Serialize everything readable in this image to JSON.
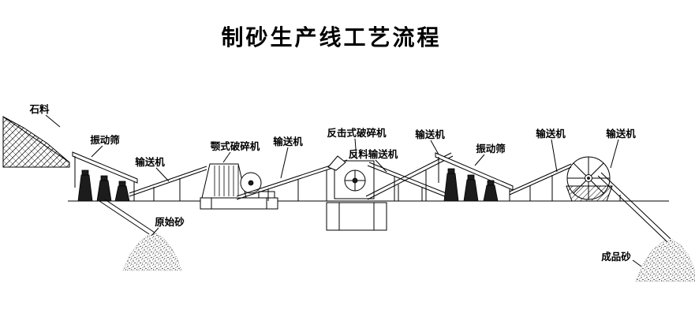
{
  "title": "制砂生产线工艺流程",
  "colors": {
    "background": "#ffffff",
    "line": "#000000"
  },
  "labels": {
    "stone": "石料",
    "vibrating_screen_left": "振动筛",
    "conveyor_1": "输送机",
    "jaw_crusher": "颚式破碎机",
    "conveyor_2": "输送机",
    "impact_crusher": "反击式破碎机",
    "return_conveyor": "反料输送机",
    "conveyor_3": "输送机",
    "vibrating_screen_right": "振动筛",
    "conveyor_4": "输送机",
    "conveyor_5": "输送机",
    "raw_sand": "原始砂",
    "finished_sand": "成品砂"
  }
}
